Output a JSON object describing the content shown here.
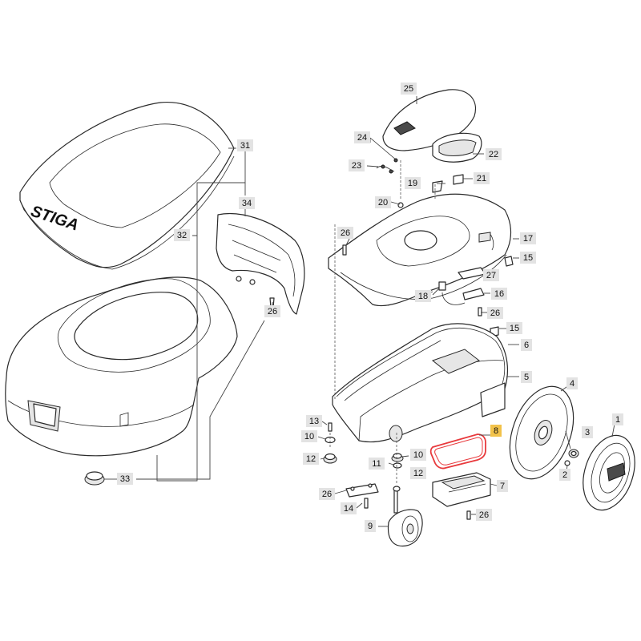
{
  "brand_logo": "STIGA",
  "callouts": [
    {
      "id": "c1",
      "label": "1"
    },
    {
      "id": "c2",
      "label": "2"
    },
    {
      "id": "c3",
      "label": "3"
    },
    {
      "id": "c4",
      "label": "4"
    },
    {
      "id": "c5",
      "label": "5"
    },
    {
      "id": "c6",
      "label": "6"
    },
    {
      "id": "c7",
      "label": "7"
    },
    {
      "id": "c8",
      "label": "8",
      "highlight": true
    },
    {
      "id": "c9",
      "label": "9"
    },
    {
      "id": "c10a",
      "label": "10"
    },
    {
      "id": "c10b",
      "label": "10"
    },
    {
      "id": "c11",
      "label": "11"
    },
    {
      "id": "c12a",
      "label": "12"
    },
    {
      "id": "c12b",
      "label": "12"
    },
    {
      "id": "c13",
      "label": "13"
    },
    {
      "id": "c14",
      "label": "14"
    },
    {
      "id": "c15a",
      "label": "15"
    },
    {
      "id": "c15b",
      "label": "15"
    },
    {
      "id": "c16",
      "label": "16"
    },
    {
      "id": "c17",
      "label": "17"
    },
    {
      "id": "c18",
      "label": "18"
    },
    {
      "id": "c19",
      "label": "19"
    },
    {
      "id": "c20",
      "label": "20"
    },
    {
      "id": "c21",
      "label": "21"
    },
    {
      "id": "c22",
      "label": "22"
    },
    {
      "id": "c23",
      "label": "23"
    },
    {
      "id": "c24",
      "label": "24"
    },
    {
      "id": "c25",
      "label": "25"
    },
    {
      "id": "c26a",
      "label": "26"
    },
    {
      "id": "c26b",
      "label": "26"
    },
    {
      "id": "c26c",
      "label": "26"
    },
    {
      "id": "c26d",
      "label": "26"
    },
    {
      "id": "c26e",
      "label": "26"
    },
    {
      "id": "c27",
      "label": "27"
    },
    {
      "id": "c31",
      "label": "31"
    },
    {
      "id": "c32",
      "label": "32"
    },
    {
      "id": "c33",
      "label": "33"
    },
    {
      "id": "c34",
      "label": "34"
    }
  ],
  "colors": {
    "line": "#2a2a2a",
    "callout_bg": "#e3e3e3",
    "highlight": "#e8393c",
    "highlight_callout": "#f2c24a"
  }
}
